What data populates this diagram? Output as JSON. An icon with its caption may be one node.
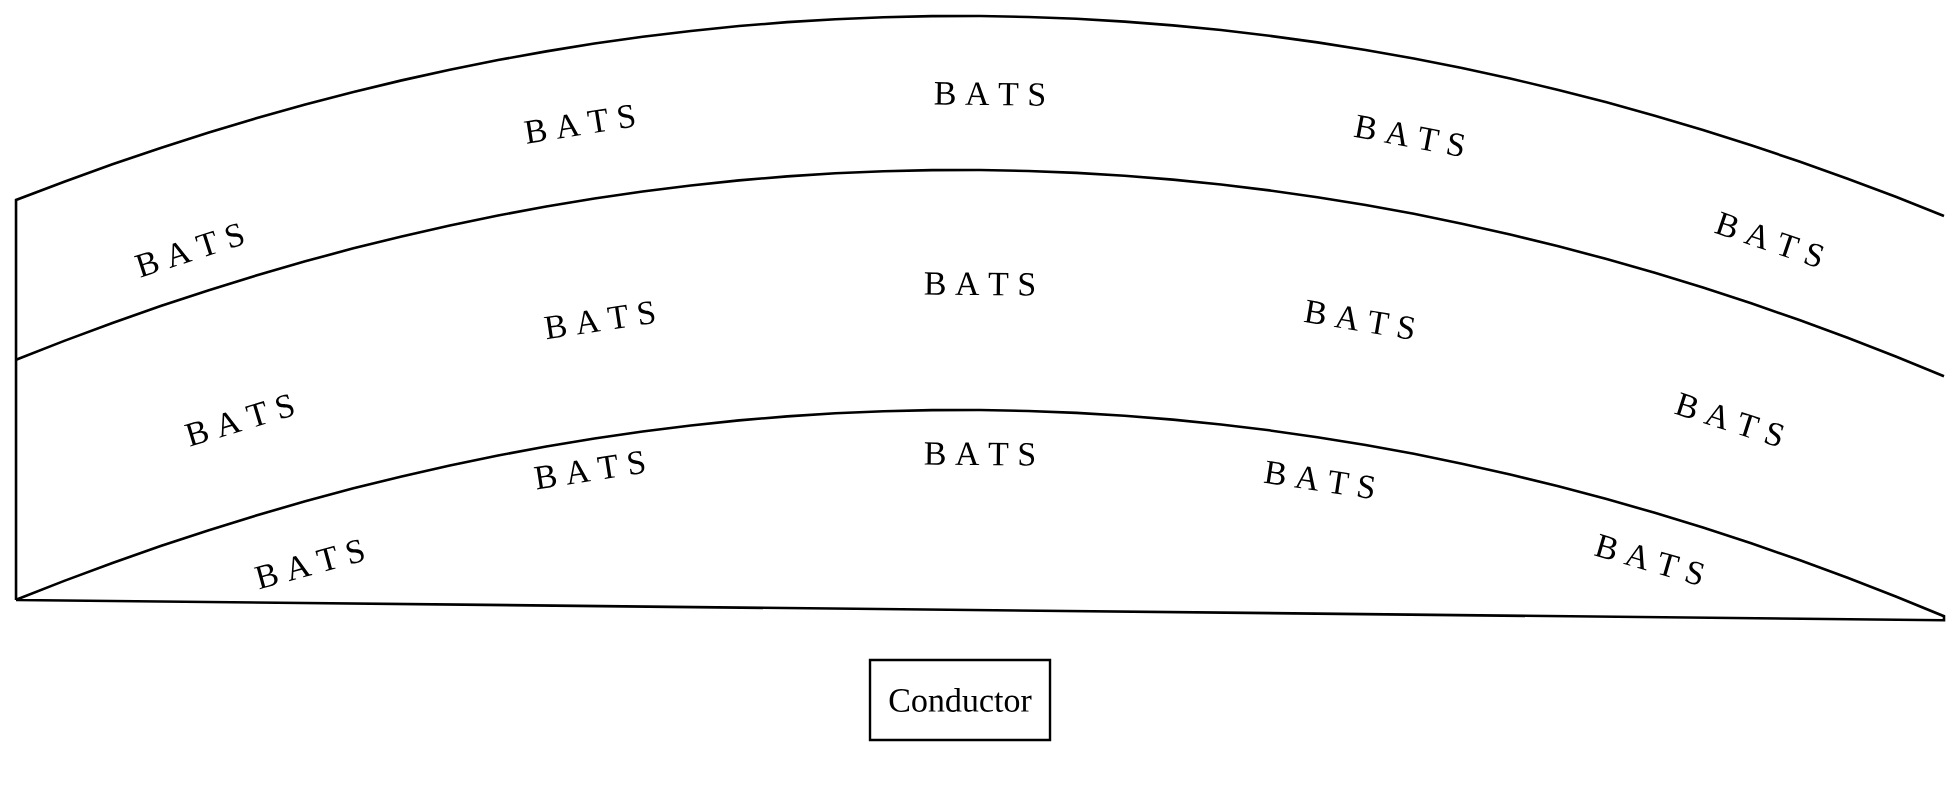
{
  "diagram": {
    "nodes": [
      {
        "text": [
          "B A T S",
          "B A T S",
          "B A T S",
          "B A T S",
          "B A T S",
          "B A T S",
          "B A T S",
          "B A T S",
          "B A T S",
          "B A T S",
          "B A T S",
          "B A T S",
          "B A T S",
          "B A T S",
          "B A T S"
        ]
      },
      {
        "text": [
          "Conductor"
        ]
      }
    ]
  }
}
